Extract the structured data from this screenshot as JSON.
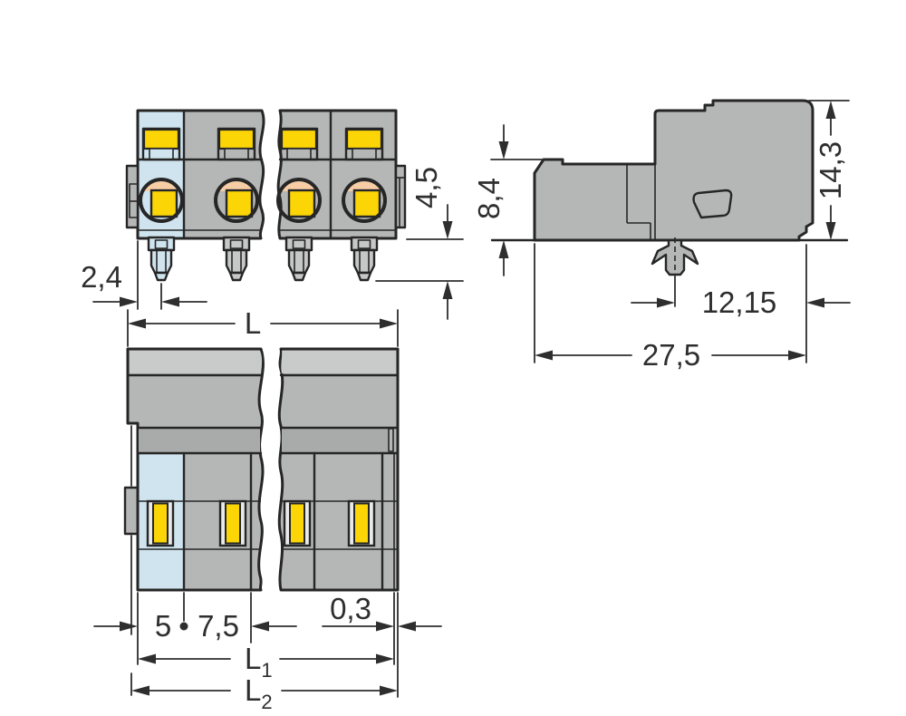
{
  "colors": {
    "outline": "#262626",
    "dim": "#2e2e2e",
    "body_gray": "#b5b6b6",
    "band_light": "#c9caca",
    "band_dark": "#a9abab",
    "pin_gray": "#c6c7c7",
    "pole1_blue": "#cfe4ef",
    "contact_yellow": "#fbd506",
    "peach": "#f6cda4",
    "slot_stripe": "#e9e9e9",
    "background": "#ffffff"
  },
  "front_view": {
    "dim_left_edge_to_pin": "2,4",
    "dim_pin_length": "4,5"
  },
  "side_view": {
    "dim_plug_height": "8,4",
    "dim_total_height": "14,3",
    "dim_foot_to_front": "12,15",
    "dim_total_depth": "27,5"
  },
  "top_view": {
    "dim_total_length": "L",
    "dim_first_pole": "5",
    "dim_pitch": "7,5",
    "dim_end_wall": "0,3",
    "dim_l1": {
      "main": "L",
      "sub": "1"
    },
    "dim_l2": {
      "main": "L",
      "sub": "2"
    }
  }
}
